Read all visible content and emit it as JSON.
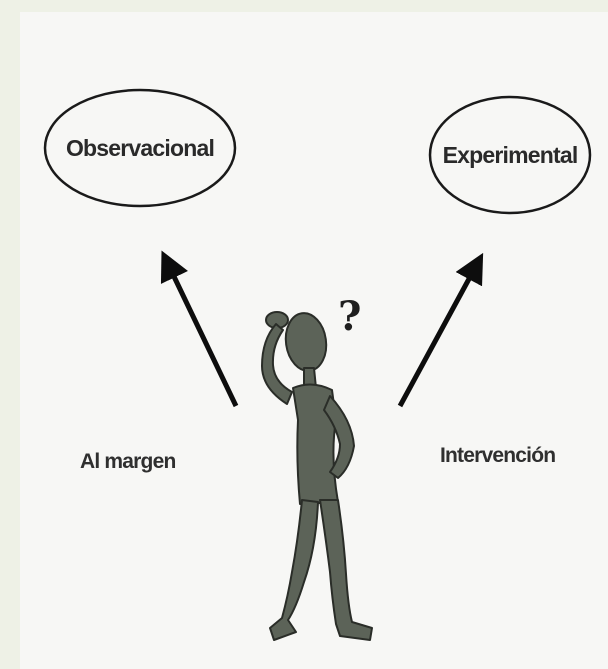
{
  "nodes": {
    "left": "Observacional",
    "right": "Experimental"
  },
  "labels": {
    "left": "Al margen",
    "right": "Intervención"
  },
  "figure": {
    "symbol": "?",
    "icon": "thinking-stick-figure"
  },
  "colors": {
    "figure": "#5c6358",
    "figure_outline": "#2a2d28",
    "ellipse_stroke": "#1a1a1a",
    "arrow": "#0d0d0d",
    "background": "#f7f7f5",
    "margin": "#eef1e6"
  }
}
